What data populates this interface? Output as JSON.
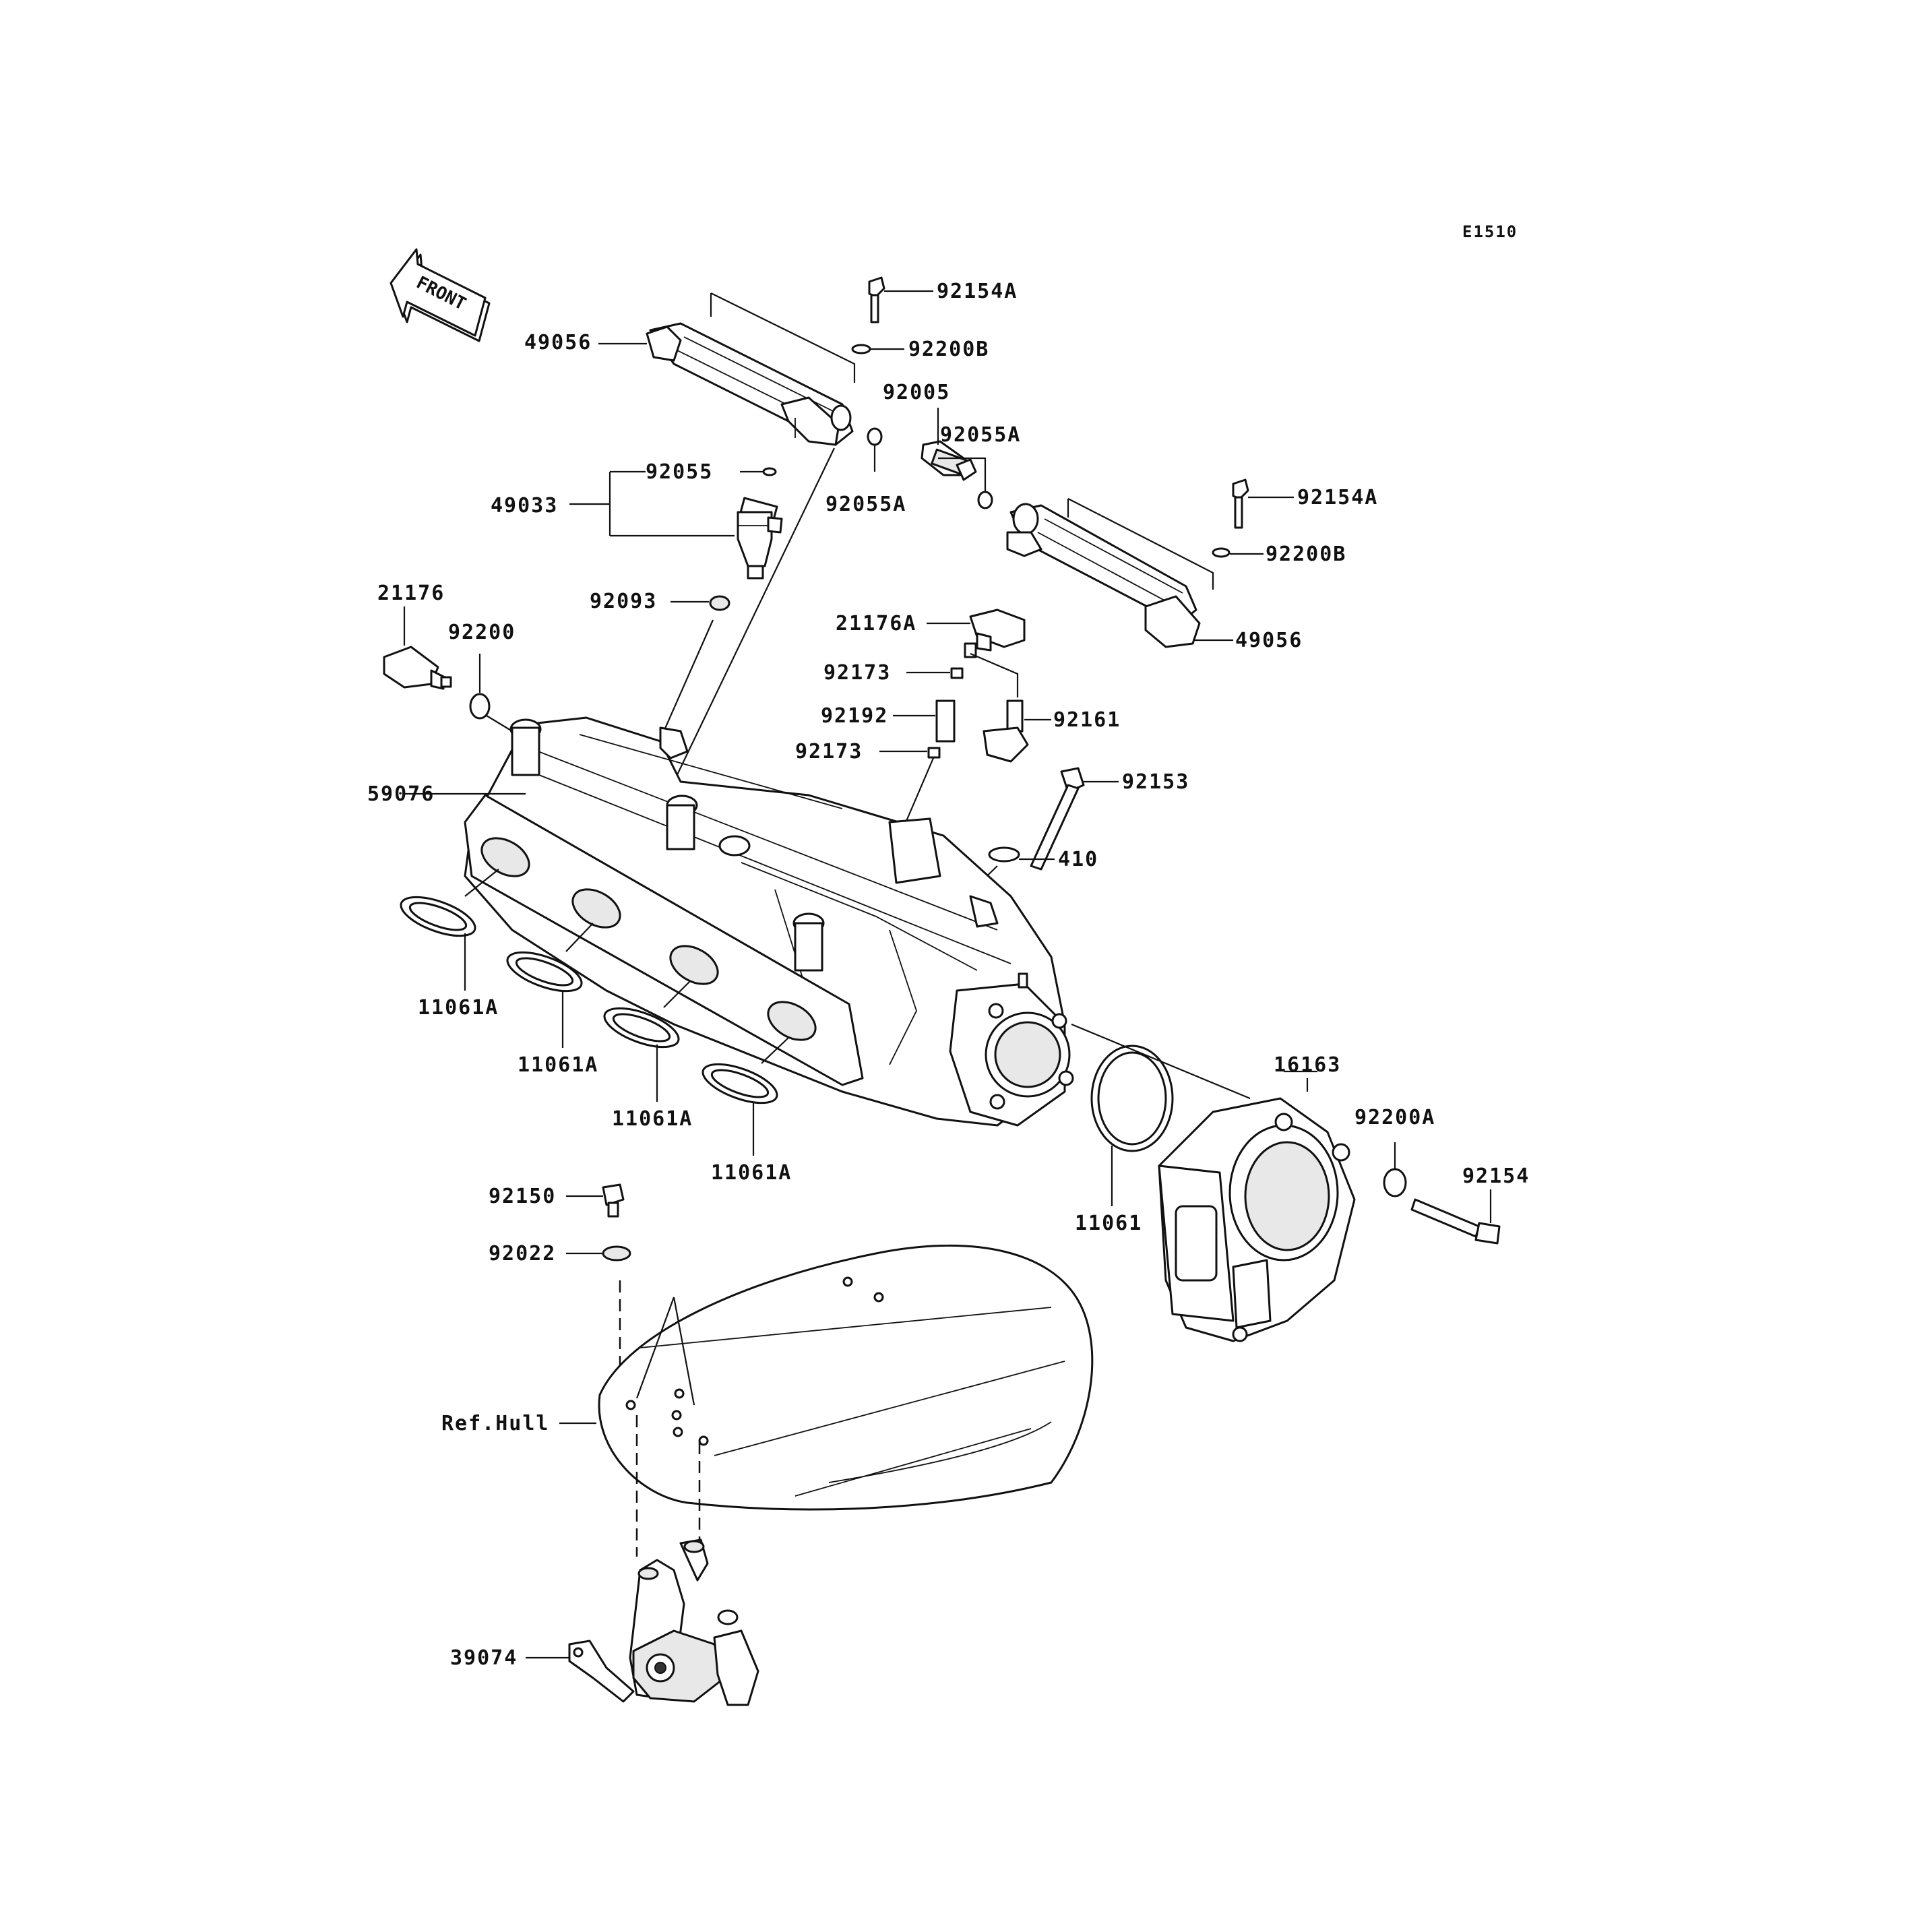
{
  "diagram": {
    "code": "E1510",
    "front_label": "FRONT",
    "labels": {
      "p49056_top": "49056",
      "p92154A_top": "92154A",
      "p92200B_top": "92200B",
      "p92005": "92005",
      "p92055A_right": "92055A",
      "p92055": "92055",
      "p92055A_left": "92055A",
      "p49033": "49033",
      "p92154A_right": "92154A",
      "p92200B_right": "92200B",
      "p21176": "21176",
      "p92200": "92200",
      "p92093": "92093",
      "p21176A": "21176A",
      "p49056_right": "49056",
      "p92173_top": "92173",
      "p92192": "92192",
      "p92161": "92161",
      "p92173_bottom": "92173",
      "p59076": "59076",
      "p92153": "92153",
      "p410": "410",
      "p11061A_1": "11061A",
      "p11061A_2": "11061A",
      "p11061A_3": "11061A",
      "p11061A_4": "11061A",
      "p16163": "16163",
      "p92200A": "92200A",
      "p11061": "11061",
      "p92154": "92154",
      "p92150": "92150",
      "p92022": "92022",
      "ref_hull": "Ref.Hull",
      "p39074": "39074"
    }
  }
}
